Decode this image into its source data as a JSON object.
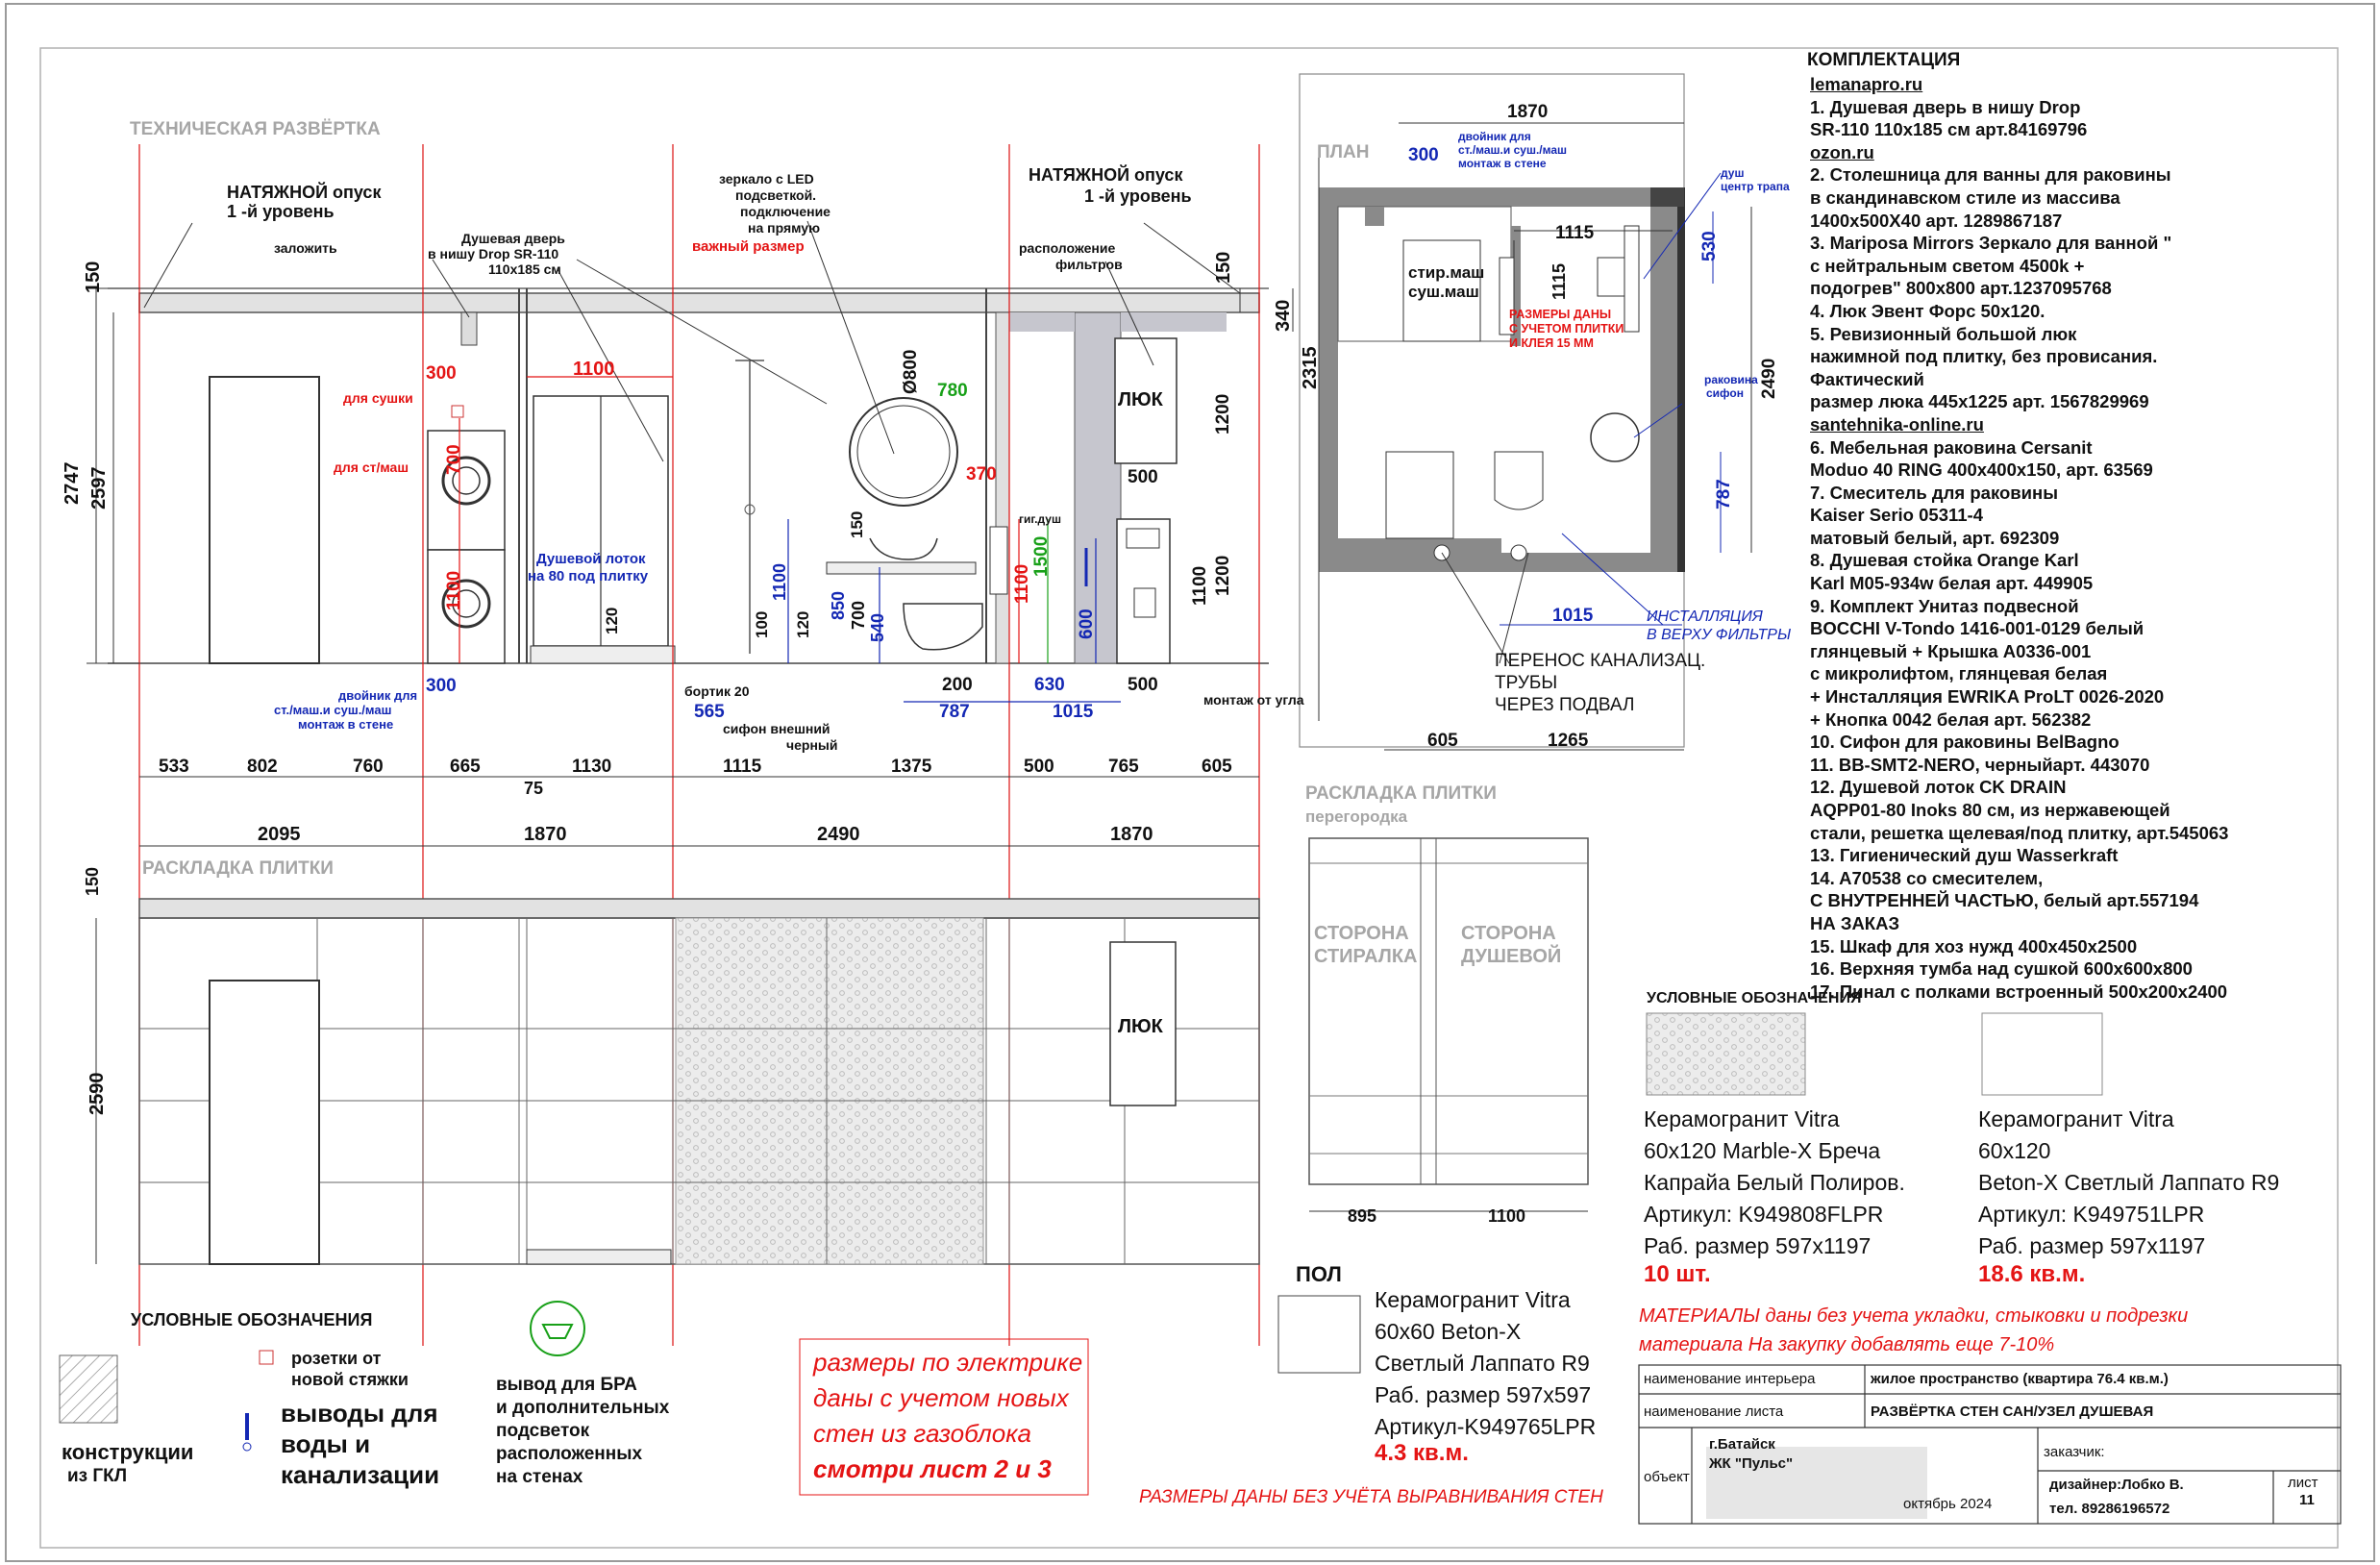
{
  "views": {
    "elevation_title": "ТЕХНИЧЕСКАЯ РАЗВЁРТКА",
    "tile_title": "РАСКЛАДКА ПЛИТКИ",
    "plan_title": "ПЛАН",
    "partition_title": "РАСКЛАДКА ПЛИТКИ",
    "partition_subtitle": "перегородка"
  },
  "elevation": {
    "ceiling_note_left_1": "НАТЯЖНОЙ опуск",
    "ceiling_note_left_2": "1 -й уровень",
    "ceiling_note_right_1": "НАТЯЖНОЙ опуск",
    "ceiling_note_right_2": "1 -й уровень",
    "zalozhit": "заложить",
    "door_note_1": "Душевая дверь",
    "door_note_2": "в нишу Drop SR-110",
    "door_note_3": "110x185 см",
    "mirror_note_1": "зеркало с LED",
    "mirror_note_2": "подсветкой.",
    "mirror_note_3": "подключение",
    "mirror_note_4": "на прямую",
    "important": "важный размер",
    "filters_1": "расположение",
    "filters_2": "фильтров",
    "for_dryer": "для сушки",
    "for_washer": "для ст/маш",
    "tray_1": "Душевой лоток",
    "tray_2": "на 80 под плитку",
    "double_1": "двойник для",
    "double_2": "ст./маш.и суш./маш",
    "double_3": "монтаж в стене",
    "bortik": "бортик 20",
    "siphon_1": "сифон внешний",
    "siphon_2": "черный",
    "gig_dush": "гиг.душ",
    "corner_mount": "монтаж от угла",
    "luk": "ЛЮК",
    "dims": {
      "h150a": "150",
      "h2747": "2747",
      "h2597": "2597",
      "h150b": "150",
      "h340": "340",
      "h2315": "2315",
      "d1100": "1100",
      "d300a": "300",
      "d700": "700",
      "d1100v": "1100",
      "d300b": "300",
      "d120a": "120",
      "d800": "Ø800",
      "d780": "780",
      "d370": "370",
      "d150": "150",
      "d850": "850",
      "d700b": "700",
      "d540": "540",
      "d1100c": "1100",
      "d100": "100",
      "d120b": "120",
      "d1100d": "1100",
      "d1500": "1500",
      "d600": "600",
      "d500a": "500",
      "d1200a": "1200",
      "d1100e": "1100",
      "d1200b": "1200",
      "d500b": "500",
      "d200": "200",
      "d630": "630",
      "d565": "565",
      "d787": "787",
      "d1015": "1015"
    },
    "row1": [
      "533",
      "802",
      "760",
      "665",
      "1130",
      "1115",
      "1375",
      "500",
      "765",
      "605"
    ],
    "d75": "75",
    "row2": [
      "2095",
      "1870",
      "2490",
      "1870"
    ],
    "h150tile": "150",
    "h2590": "2590",
    "luk2": "ЛЮК"
  },
  "plan": {
    "w1870": "1870",
    "d300": "300",
    "double_1": "двойник для",
    "double_2": "ст./маш.и суш./маш",
    "double_3": "монтаж в стене",
    "shower_1": "душ",
    "shower_2": "центр трапа",
    "d1115": "1115",
    "d530": "530",
    "d1115v": "1115",
    "washer_1": "стир.маш",
    "washer_2": "суш.маш",
    "sizes_1": "РАЗМЕРЫ ДАНЫ",
    "sizes_2": "С УЧЕТОМ ПЛИТКИ",
    "sizes_3": "И КЛЕЯ 15 ММ",
    "h2490": "2490",
    "sink_1": "раковина",
    "sink_2": "сифон",
    "d787": "787",
    "d1015": "1015",
    "install_1": "ИНСТАЛЛЯЦИЯ",
    "install_2": "В ВЕРХУ ФИЛЬТРЫ",
    "transfer_1": "ПЕРЕНОС КАНАЛИЗАЦ.",
    "transfer_2": "ТРУБЫ",
    "transfer_3": "ЧЕРЕЗ ПОДВАЛ",
    "d605": "605",
    "d1265": "1265"
  },
  "partition": {
    "side_left_1": "СТОРОНА",
    "side_left_2": "СТИРАЛКА",
    "side_right_1": "СТОРОНА",
    "side_right_2": "ДУШЕВОЙ",
    "d895": "895",
    "d1100": "1100"
  },
  "spec": {
    "title": "КОМПЛЕКТАЦИЯ",
    "lines": [
      {
        "text": "lemanapro.ru",
        "u": true
      },
      {
        "text": "    1.    Душевая дверь в нишу Drop",
        "u": false
      },
      {
        "text": "SR-110 110х185 см арт.84169796",
        "u": false
      },
      {
        "text": "ozon.ru",
        "u": true
      },
      {
        "text": "    2.    Столешница для ванны для раковины",
        "u": false
      },
      {
        "text": "в скандинавском стиле из массива",
        "u": false
      },
      {
        "text": "1400х500Х40 арт. 1289867187",
        "u": false
      },
      {
        "text": "    3.    Mariposa Mirrors Зеркало для ванной \"",
        "u": false
      },
      {
        "text": "с нейтральным светом 4500k +",
        "u": false
      },
      {
        "text": "подогрев\" 800x800 арт.1237095768",
        "u": false
      },
      {
        "text": "    4.    Люк Эвент Форс 50х120.",
        "u": false
      },
      {
        "text": "    5.    Ревизионный большой люк",
        "u": false
      },
      {
        "text": "нажимной под плитку, без провисания.",
        "u": false
      },
      {
        "text": "Фактический",
        "u": false
      },
      {
        "text": "размер люка 445x1225 арт. 1567829969",
        "u": false
      },
      {
        "text": "santehnika-online.ru",
        "u": true
      },
      {
        "text": "    6.    Мебельная раковина Cersanit",
        "u": false
      },
      {
        "text": "Moduo 40 RING 400x400x150, арт. 63569",
        "u": false
      },
      {
        "text": "    7.    Смеситель для раковины",
        "u": false
      },
      {
        "text": "Kaiser Serio 05311-4",
        "u": false
      },
      {
        "text": "матовый белый, арт. 692309",
        "u": false
      },
      {
        "text": "    8.    Душевая стойка Orange Karl",
        "u": false
      },
      {
        "text": "Karl M05-934w белая арт. 449905",
        "u": false
      },
      {
        "text": "    9.    Комплект Унитаз подвесной",
        "u": false
      },
      {
        "text": "BOCCHI V-Tondo 1416-001-0129 белый",
        "u": false
      },
      {
        "text": "глянцевый + Крышка A0336-001",
        "u": false
      },
      {
        "text": "с микролифтом, глянцевая белая",
        "u": false
      },
      {
        "text": "+ Инсталляция EWRIKA ProLT 0026-2020",
        "u": false
      },
      {
        "text": "+ Кнопка 0042 белая арт. 562382",
        "u": false
      },
      {
        "text": "    10.  Сифон для раковины BelBagno",
        "u": false
      },
      {
        "text": "    11.  BB-SMT2-NERO, черныйарт. 443070",
        "u": false
      },
      {
        "text": "    12.  Душевой лоток CK DRAIN",
        "u": false
      },
      {
        "text": "AQPP01-80 Inoks 80 см, из нержавеющей",
        "u": false
      },
      {
        "text": "стали, решетка щелевая/под плитку, арт.545063",
        "u": false
      },
      {
        "text": "    13.  Гигиенический душ Wasserkraft",
        "u": false
      },
      {
        "text": "    14.  A70538 со смесителем,",
        "u": false
      },
      {
        "text": "С ВНУТРЕННЕЙ ЧАСТЬЮ, белый арт.557194",
        "u": false
      },
      {
        "text": "НА ЗАКАЗ",
        "u": false
      },
      {
        "text": "    15.  Шкаф для хоз нужд 400х450х2500",
        "u": false
      },
      {
        "text": "    16.  Верхняя тумба над сушкой 600х600х800",
        "u": false
      },
      {
        "text": "    17.  Пинал с полками встроенный 500х200х2400",
        "u": false
      }
    ]
  },
  "legend_right": {
    "title": "УСЛОВНЫЕ ОБОЗНАЧЕНИЯ",
    "tile1": [
      "Керамогранит  Vitra",
      "60x120 Marble-X Бреча",
      "Капрайа Белый Полиров.",
      "Артикул: K949808FLPR",
      "Раб. размер 597x1197"
    ],
    "tile1_qty": "10 шт.",
    "tile2": [
      "Керамогранит  Vitra",
      "60x120",
      "Beton-X Светлый Лаппато R9",
      "Артикул: K949751LPR",
      "Раб. размер 597x1197"
    ],
    "tile2_qty": "18.6 кв.м.",
    "materials_1": "МАТЕРИАЛЫ  даны без учета укладки, стыковки и подрезки",
    "materials_2": "материала На закупку добавлять еще 7-10%"
  },
  "floor": {
    "label": "ПОЛ",
    "lines": [
      "Керамогранит Vitra",
      "60x60 Beton-X",
      "Светлый Лаппато R9",
      "Раб. размер 597x597",
      "Артикул-K949765LPR"
    ],
    "qty": "4.3 кв.м."
  },
  "legend_bottom": {
    "title": "УСЛОВНЫЕ ОБОЗНАЧЕНИЯ",
    "gkl_1": "конструкции",
    "gkl_2": "из ГКЛ",
    "sockets_1": "розетки от",
    "sockets_2": "новой стяжки",
    "water_1": "выводы для",
    "water_2": "воды и",
    "water_3": "канализации",
    "bra_1": "вывод для БРА",
    "bra_2": "и дополнительных",
    "bra_3": "подсветок",
    "bra_4": "расположенных",
    "bra_5": "на стенах"
  },
  "elec_note": [
    "размеры по электрике",
    "даны с учетом новых",
    "стен из газоблока",
    "смотри лист 2 и 3"
  ],
  "bottom_note": "РАЗМЕРЫ ДАНЫ БЕЗ УЧЁТА ВЫРАВНИВАНИЯ СТЕН",
  "title_block": {
    "interior_label": "наименование интерьера",
    "interior_value": "жилое пространство (квартира 76.4 кв.м.)",
    "sheet_label": "наименование листа",
    "sheet_value": "РАЗВЁРТКА СТЕН САН/УЗЕЛ ДУШЕВАЯ",
    "object_label": "объект",
    "object_city": "г.Батайск",
    "object_name": "ЖК \"Пульс\"",
    "date": "октябрь 2024",
    "client_label": "заказчик:",
    "designer": "дизайнер:Лобко В.",
    "phone": "тел. 89286196572",
    "sheet_no_label": "лист",
    "sheet_no": "11"
  }
}
